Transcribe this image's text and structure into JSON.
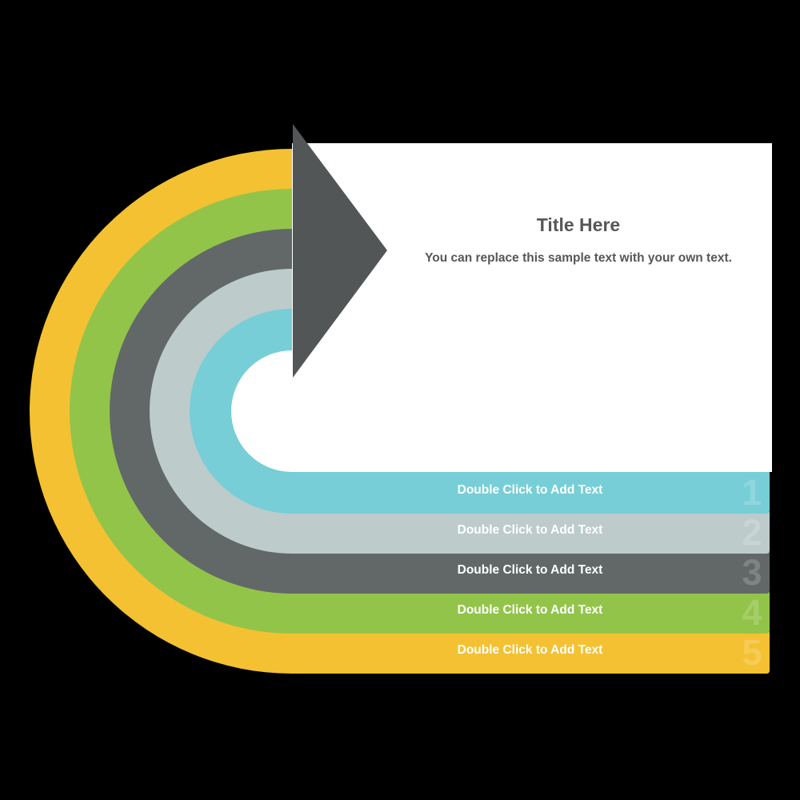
{
  "panel": {
    "title": "Title Here",
    "subtitle": "You can replace this sample text with your own text."
  },
  "colors": {
    "background": "#000000",
    "panel": "#ffffff",
    "arrow": "#525657",
    "text": "#555758",
    "cyan": "#77ced6",
    "light_gray": "#bdcbcb",
    "dark_gray": "#626868",
    "green": "#92c44a",
    "yellow": "#f4c132"
  },
  "bars": [
    {
      "number": "1",
      "label": "Double Click to Add Text",
      "color": "#77ced6"
    },
    {
      "number": "2",
      "label": "Double Click to Add Text",
      "color": "#bdcbcb"
    },
    {
      "number": "3",
      "label": "Double Click to Add Text",
      "color": "#626868"
    },
    {
      "number": "4",
      "label": "Double Click to Add Text",
      "color": "#92c44a"
    },
    {
      "number": "5",
      "label": "Double Click to Add Text",
      "color": "#f4c132"
    }
  ]
}
